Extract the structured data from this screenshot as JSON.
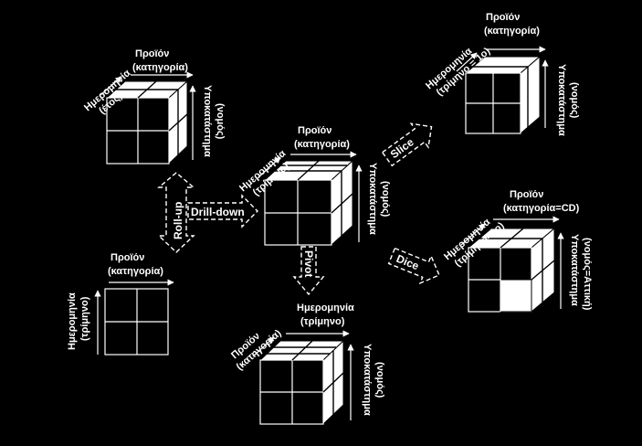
{
  "cubes": {
    "top_left": {
      "x_label": "Ημερομηνία",
      "x_sub": "(έτος)",
      "top_label": "Προϊόν",
      "top_sub": "(κατηγορία)",
      "side_label": "Υποκατάστημα",
      "side_sub": "(νομός)"
    },
    "center": {
      "x_label": "Ημερομηνία",
      "x_sub": "(τρίμηνο)",
      "top_label": "Προϊόν",
      "top_sub": "(κατηγορία)",
      "side_label": "Υποκατάστημα",
      "side_sub": "(νομός)"
    },
    "top_right": {
      "x_label": "Ημερομηνία",
      "x_sub": "(τρίμηνο = 1ο)",
      "top_label": "Προϊόν",
      "top_sub": "(κατηγορία)",
      "side_label": "Υποκατάστημα",
      "side_sub": "(νομός)"
    },
    "dice": {
      "x_label": "Ημερομηνία",
      "x_sub": "(τρίμηνο=1ο)",
      "top_label": "Προϊόν",
      "top_sub": "(κατηγορία=CD)",
      "side_label": "Υποκατάστημα",
      "side_sub": "(νομός=Αττική)"
    },
    "bottom_left": {
      "top_label": "Προϊόν",
      "top_sub": "(κατηγορία)",
      "x_label": "Ημερομηνία",
      "x_sub": "(τρίμηνο)"
    },
    "pivot": {
      "x_label": "Προϊόν",
      "x_sub": "(κατηγορία)",
      "top_label": "Ημερομηνία",
      "top_sub": "(τρίμηνο)",
      "side_label": "Υποκατάστημα",
      "side_sub": "(νομός)"
    }
  },
  "operations": {
    "roll_up": "Roll-up",
    "drill_down": "Drill-down",
    "slice": "Slice",
    "dice": "Dice",
    "pivot": "Pivot"
  },
  "colors": {
    "background": "#000000",
    "foreground": "#ffffff"
  }
}
